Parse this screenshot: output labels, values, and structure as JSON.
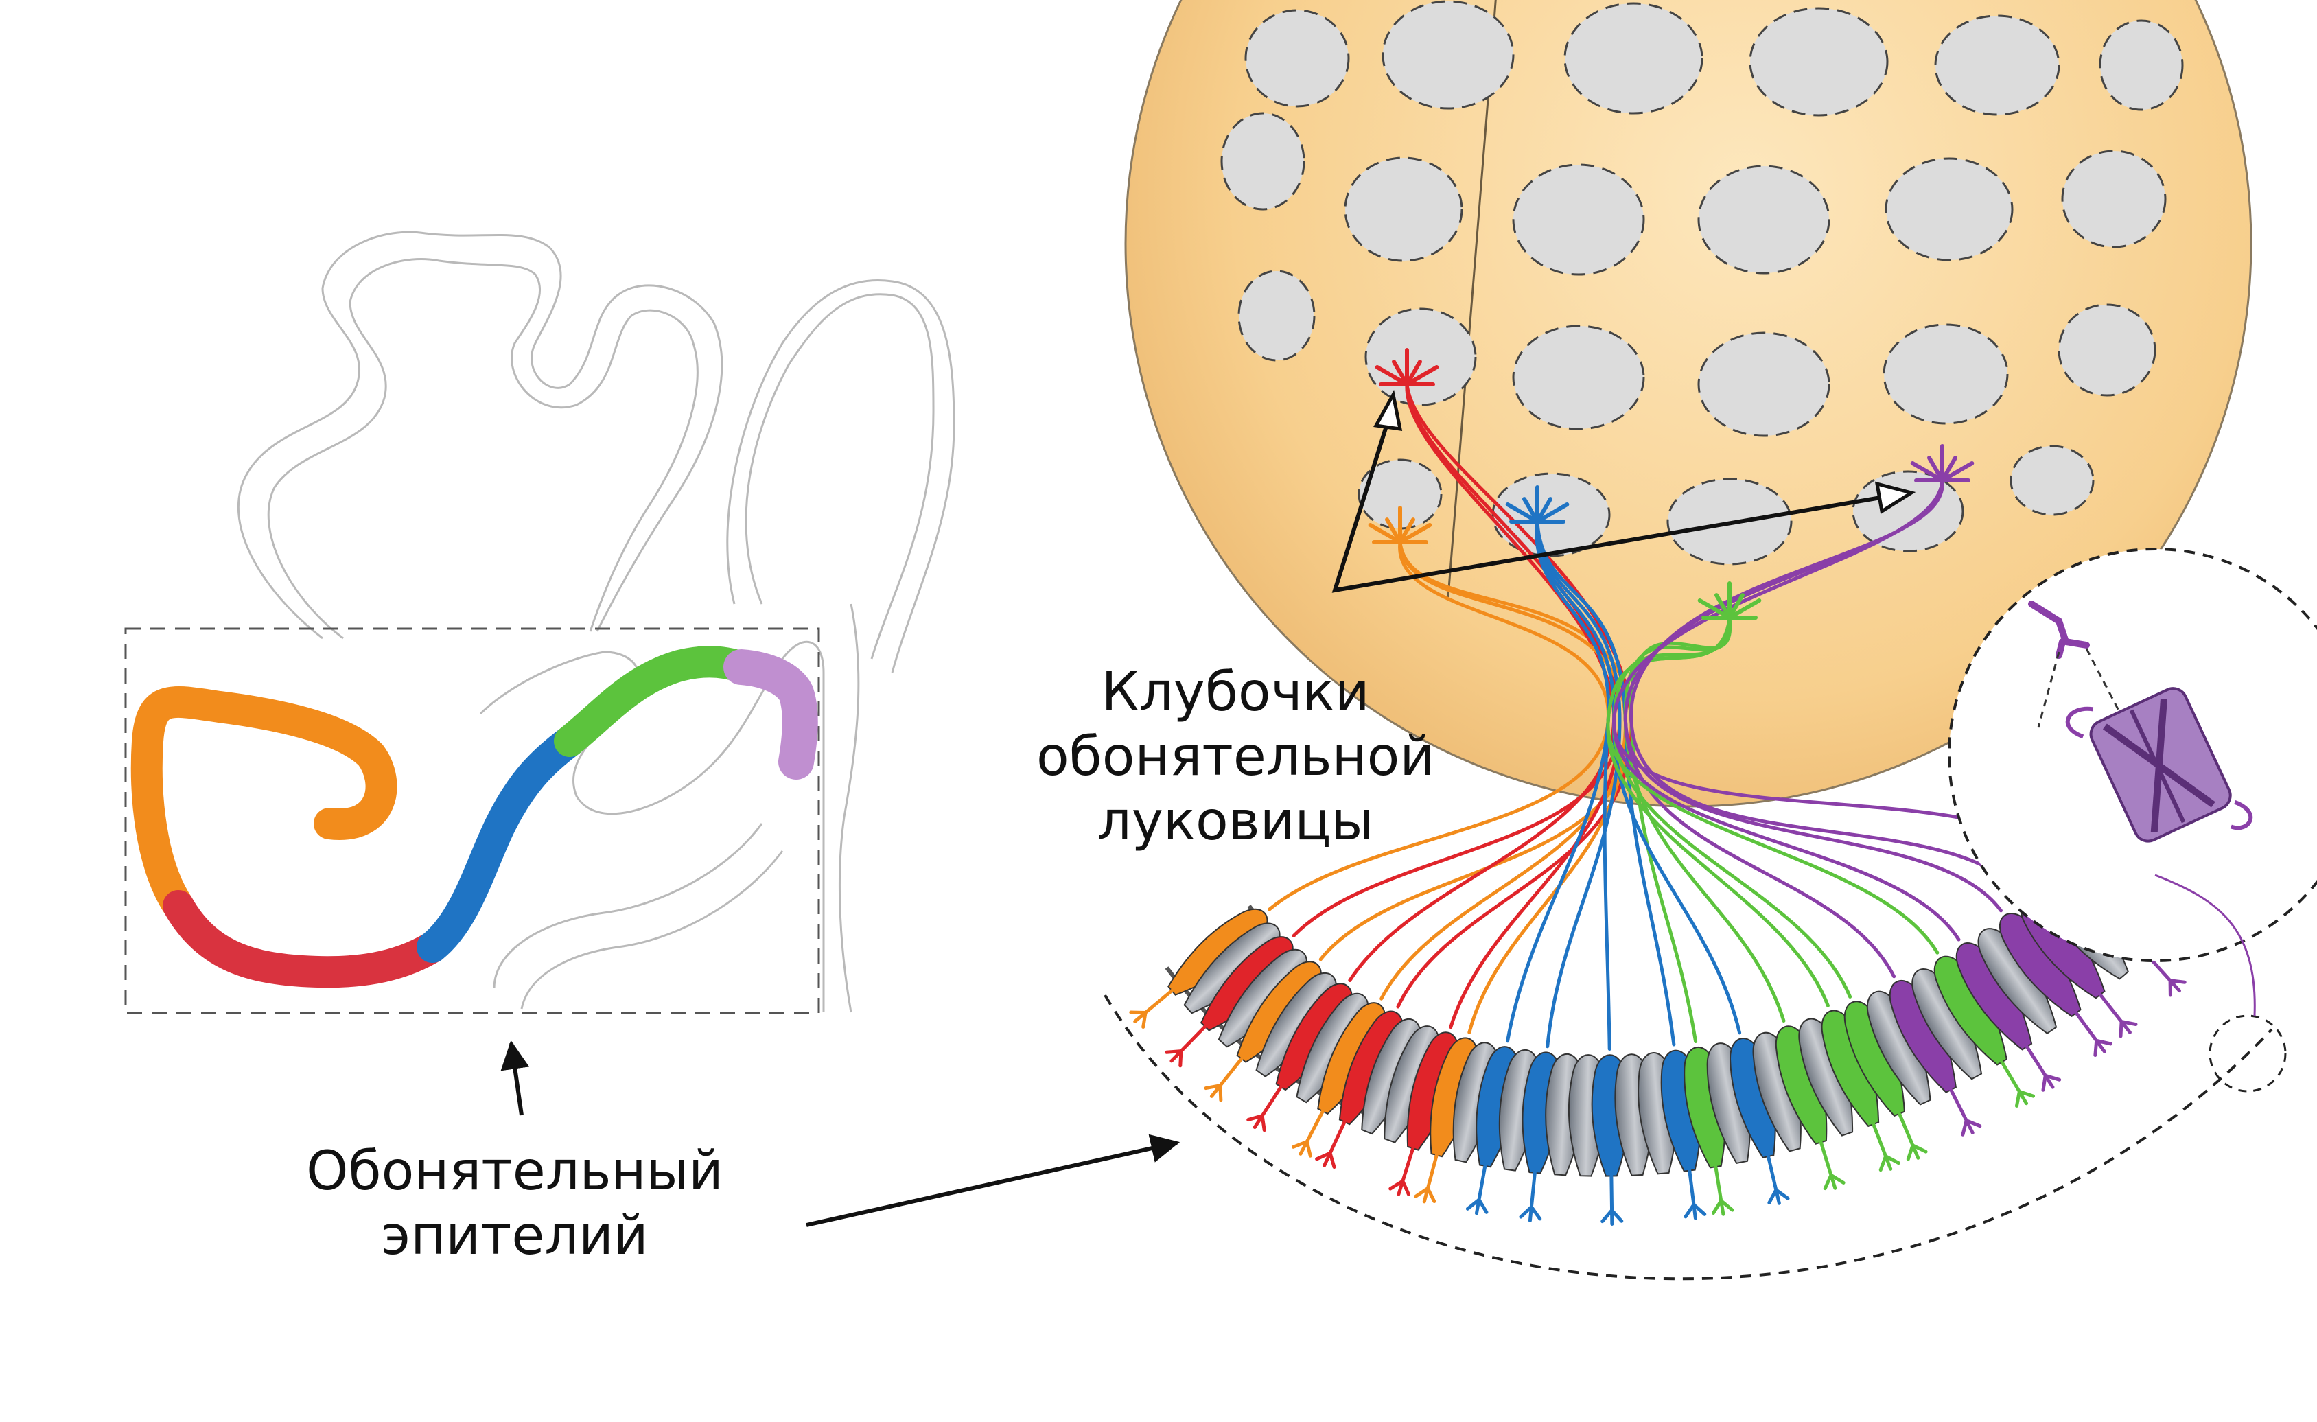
{
  "labels": {
    "glomeruli": {
      "line1": "Клубочки",
      "line2": "обонятельной",
      "line3": "луковицы"
    },
    "epithelium": {
      "line1": "Обонятельный",
      "line2": "эпителий"
    }
  },
  "colors": {
    "orange": "#f28c1c",
    "red": "#e0242a",
    "blue": "#1f74c4",
    "green": "#5cc33d",
    "purple": "#8a3fa8",
    "lilac": "#c08fd0",
    "bulb": "#f7cf8d",
    "glomerulus": "#dcdcdc",
    "grey_cell": "#9aa0a8"
  }
}
